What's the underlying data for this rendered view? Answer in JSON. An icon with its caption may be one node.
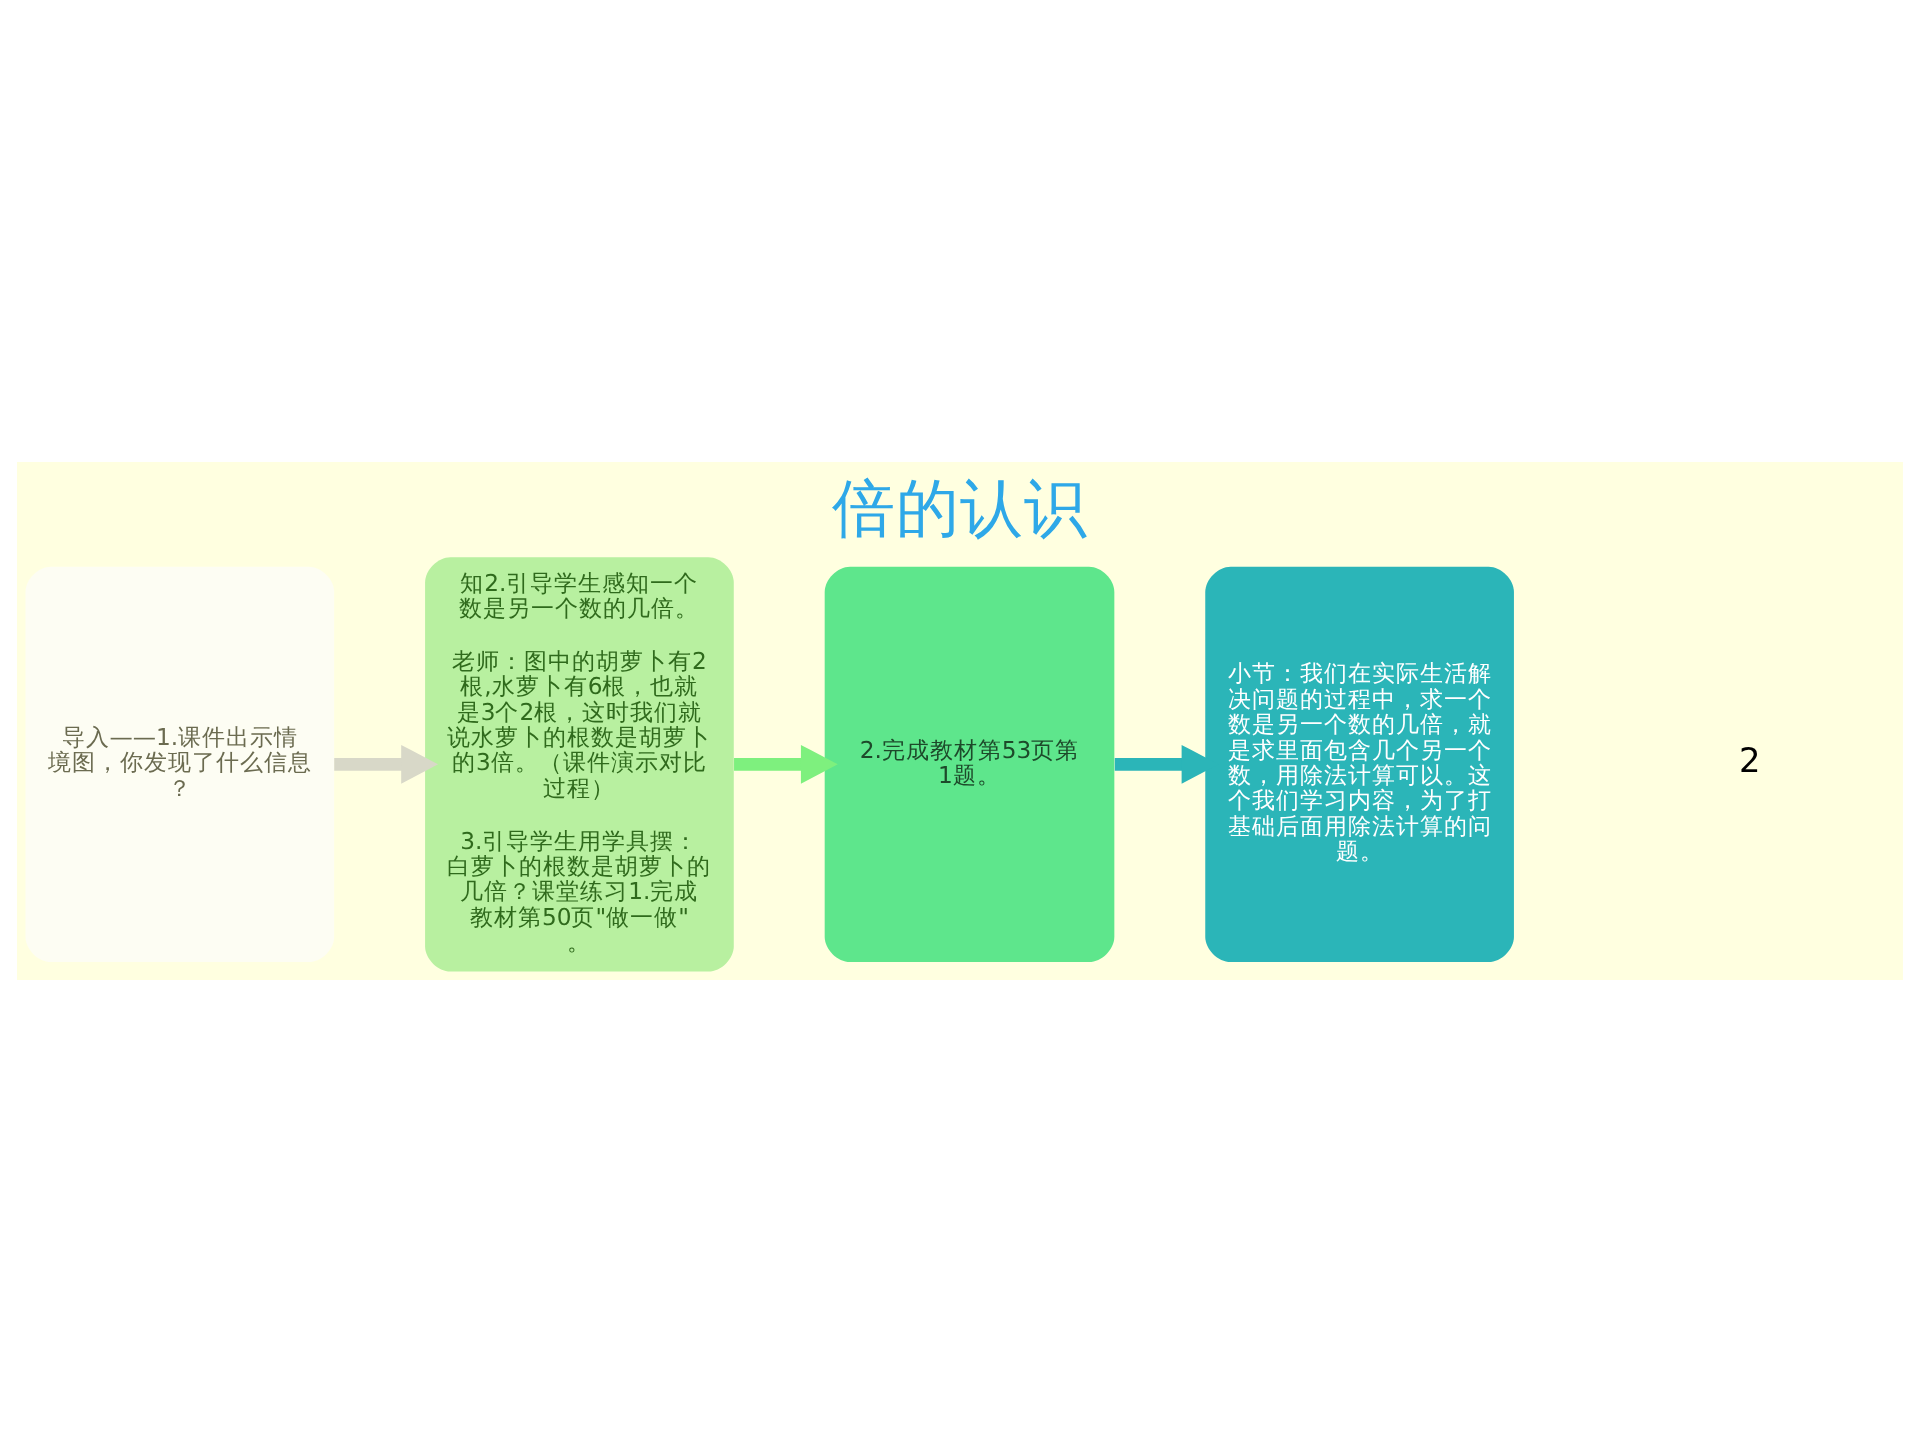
{
  "diagram": {
    "title": "倍的认识",
    "nodes": [
      {
        "text": [
          "导入——1.课件出示情境图，你发现了什么信息？"
        ]
      },
      {
        "text": [
          "知2.引导学生感知一个数是另一个数的几倍。",
          "老师：图中的胡萝卜有2根,水萝卜有6根，也就是3个2根，这时我们就说水萝卜的根数是胡萝卜的3倍。（课件演示对比过程）",
          "3.引导学生用学具摆：白萝卜的根数是胡萝卜的几倍？课堂练习1.完成教材第50页\"做一做\"。"
        ]
      },
      {
        "text": [
          "2.完成教材第53页第1题。"
        ]
      },
      {
        "text": [
          "小节：我们在实际生活解决问题的过程中，求一个数是另一个数的几倍，就是求里面包含几个另一个数，用除法计算可以。这个我们学习内容，为了打基础后面用除法计算的问题。"
        ]
      }
    ],
    "edges": [
      {
        "from": 0,
        "to": 1,
        "arrow": "to",
        "color": "#d8d8c8"
      },
      {
        "from": 1,
        "to": 2,
        "arrow": "to",
        "color": "#7ef07e"
      },
      {
        "from": 2,
        "to": 3,
        "arrow": "to",
        "color": "#2bb5b8"
      }
    ],
    "labels": [
      "2"
    ]
  }
}
